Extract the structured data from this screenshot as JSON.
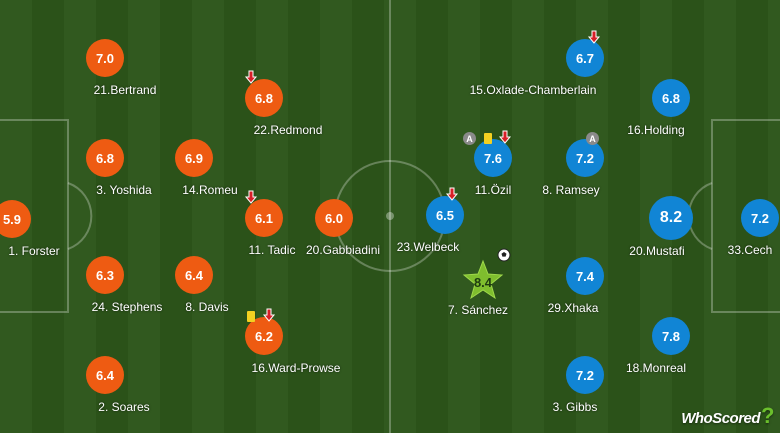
{
  "brand": {
    "logo_text": "WhoScored",
    "logo_mark": "?"
  },
  "colors": {
    "home": "#ee5b12",
    "away": "#1185d5",
    "man_of_the_match": "#7fbe2e"
  },
  "home_players": [
    {
      "number": "1",
      "name": "Forster",
      "rating": "5.9"
    },
    {
      "number": "2",
      "name": "Soares",
      "rating": "6.4"
    },
    {
      "number": "3",
      "name": "Yoshida",
      "rating": "6.8"
    },
    {
      "number": "24",
      "name": "Stephens",
      "rating": "6.3"
    },
    {
      "number": "21",
      "name": "Bertrand",
      "rating": "7.0"
    },
    {
      "number": "14",
      "name": "Romeu",
      "rating": "6.9"
    },
    {
      "number": "8",
      "name": "Davis",
      "rating": "6.4"
    },
    {
      "number": "22",
      "name": "Redmond",
      "rating": "6.8"
    },
    {
      "number": "11",
      "name": "Tadic",
      "rating": "6.1"
    },
    {
      "number": "16",
      "name": "Ward-Prowse",
      "rating": "6.2"
    },
    {
      "number": "20",
      "name": "Gabbiadini",
      "rating": "6.0"
    }
  ],
  "away_players": [
    {
      "number": "23",
      "name": "Welbeck",
      "rating": "6.5"
    },
    {
      "number": "7",
      "name": "Sánchez",
      "rating": "8.4"
    },
    {
      "number": "11",
      "name": "Özil",
      "rating": "7.6"
    },
    {
      "number": "15",
      "name": "Oxlade-Chamberlain",
      "rating": "6.7"
    },
    {
      "number": "8",
      "name": "Ramsey",
      "rating": "7.2"
    },
    {
      "number": "29",
      "name": "Xhaka",
      "rating": "7.4"
    },
    {
      "number": "3",
      "name": "Gibbs",
      "rating": "7.2"
    },
    {
      "number": "16",
      "name": "Holding",
      "rating": "6.8"
    },
    {
      "number": "20",
      "name": "Mustafi",
      "rating": "8.2"
    },
    {
      "number": "18",
      "name": "Monreal",
      "rating": "7.8"
    },
    {
      "number": "33",
      "name": "Cech",
      "rating": "7.2"
    }
  ],
  "icons": {
    "substitution": "red-down-arrow-icon",
    "captain": "captain-a-icon",
    "booking": "yellow-card-icon",
    "goal": "football-icon",
    "man_of_the_match": "star-icon",
    "captain_letter": "A"
  }
}
